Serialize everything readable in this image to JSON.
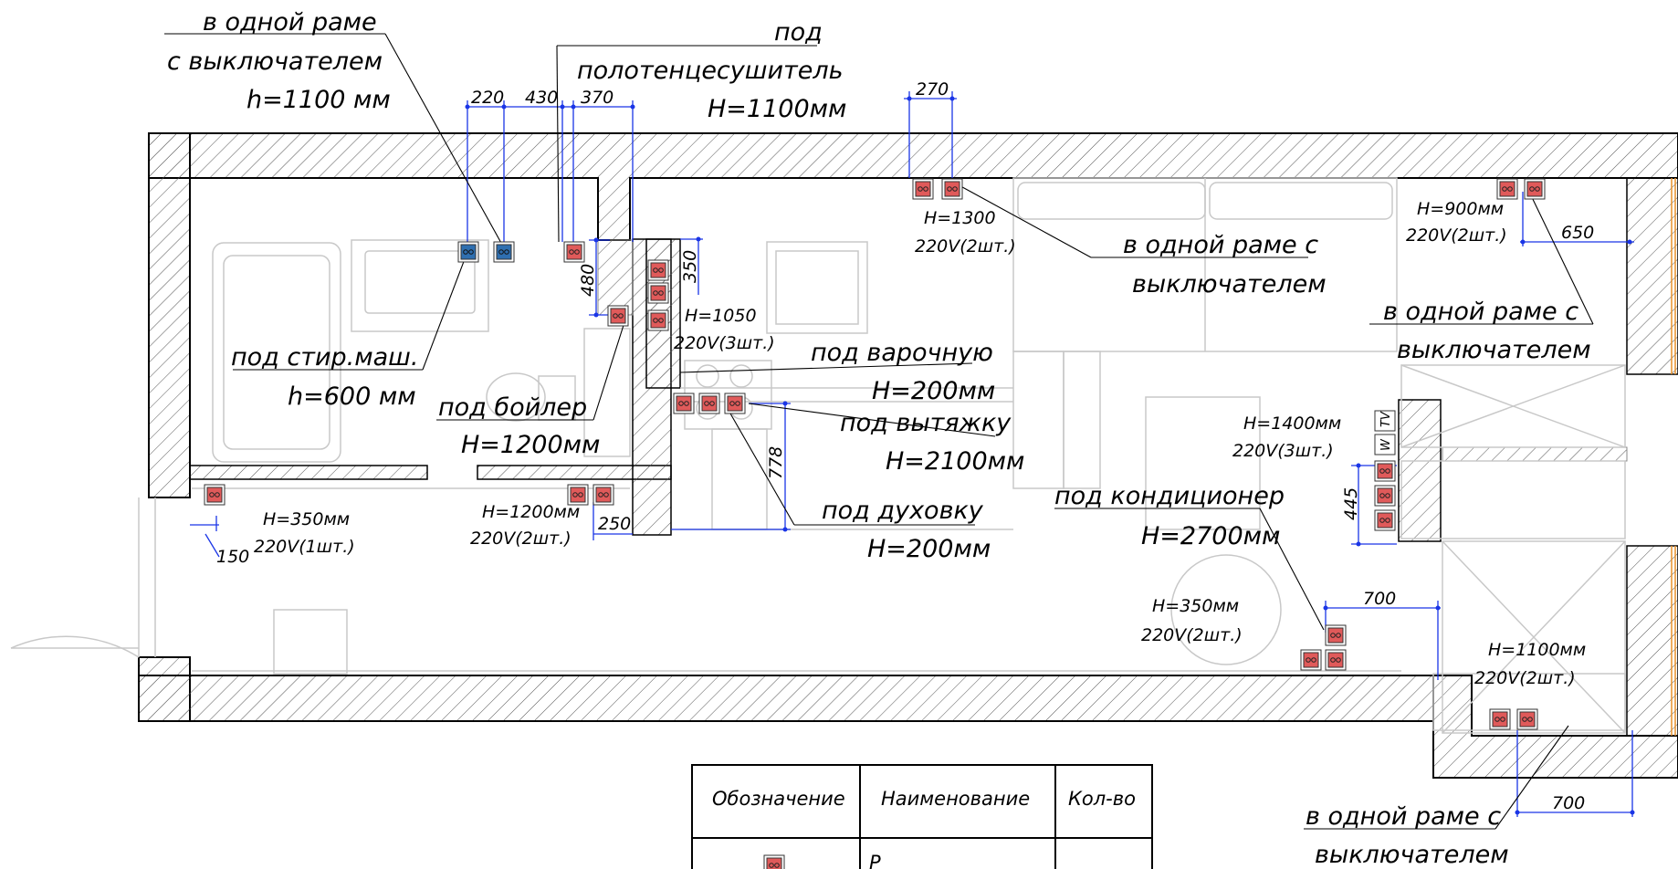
{
  "colors": {
    "wall_hatch": "#555555",
    "furniture": "#c8c8c8",
    "dimension": "#1a35e6",
    "socket_fill": "#e05a5a",
    "socket_water_fill": "#2f6fb0",
    "accent_orange": "#e8922c"
  },
  "labels": {
    "switch_frame_1": "в одной раме",
    "switch_frame_2": "с выключателем",
    "switch_frame_h": "h=1100 мм",
    "towel_1": "под",
    "towel_2": "полотенцесушитель",
    "towel_h": "H=1100мм",
    "washer": "под стир.маш.",
    "washer_h": "h=600 мм",
    "boiler": "под бойлер",
    "boiler_h": "H=1200мм",
    "hob": "под варочную",
    "hob_h": "H=200мм",
    "hood": "под вытяжку",
    "hood_h": "H=2100мм",
    "oven": "под духовку",
    "oven_h": "H=200мм",
    "ac": "под кондиционер",
    "ac_h": "H=2700мм",
    "frame_b1": "в одной раме с",
    "frame_b2": "выключателем",
    "frame_c1": "в одной раме с",
    "frame_c2": "выключателем",
    "frame_d1": "в одной раме с",
    "frame_d2": "выключателем",
    "s_1300": "H=1300",
    "s_1300_v": "220V(2шт.)",
    "s_900": "H=900мм",
    "s_900_v": "220V(2шт.)",
    "s_1050": "H=1050",
    "s_1050_v": "220V(3шт.)",
    "s_1400": "H=1400мм",
    "s_1400_v": "220V(3шт.)",
    "s_350a": "H=350мм",
    "s_350a_v": "220V(1шт.)",
    "s_1200": "H=1200мм",
    "s_1200_v": "220V(2шт.)",
    "s_350b": "H=350мм",
    "s_350b_v": "220V(2шт.)",
    "s_1100": "H=1100мм",
    "s_1100_v": "220V(2шт.)",
    "tv": "TV",
    "wifi": "W"
  },
  "dimensions": {
    "d220": "220",
    "d430": "430",
    "d370": "370",
    "d270": "270",
    "d350": "350",
    "d480": "480",
    "d778": "778",
    "d650": "650",
    "d445": "445",
    "d700a": "700",
    "d150": "150",
    "d250": "250",
    "d700b": "700"
  },
  "legend": {
    "col1": "Обозначение",
    "col2": "Наименование",
    "col3": "Кол-во",
    "row1_name": "Р"
  }
}
